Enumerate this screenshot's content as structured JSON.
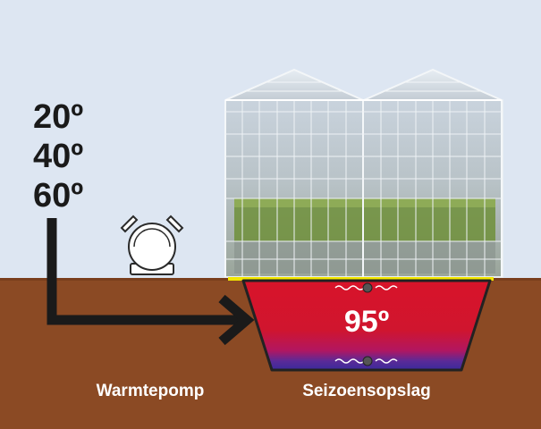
{
  "temperatures": {
    "t1": "20º",
    "t2": "40º",
    "t3": "60º"
  },
  "storage_temperature": "95º",
  "labels": {
    "heat_pump": "Warmtepomp",
    "seasonal_storage": "Seizoensopslag"
  },
  "colors": {
    "sky": "#dde6f2",
    "soil": "#8b4a24",
    "storage_hot": "#d8142a",
    "storage_cold": "#3a2a9a",
    "storage_rim": "#f2e600",
    "arrow": "#1a1a1a"
  },
  "icons": {
    "heat_pump": "heat-pump-icon",
    "greenhouse": "greenhouse-icon",
    "flow_arrow": "arrow-right-icon"
  }
}
